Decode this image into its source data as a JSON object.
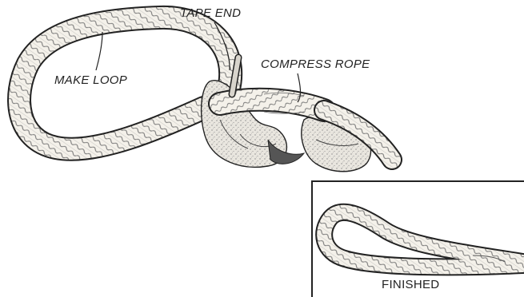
{
  "labels": {
    "tape_end": "TAPE END",
    "compress_rope": "COMPRESS ROPE",
    "make_loop": "MAKE LOOP",
    "finished": "FINISHED"
  },
  "colors": {
    "ink": "#222222",
    "rope_fill": "#f4f1ea",
    "hand_fill": "#e9e6df",
    "background": "#ffffff"
  }
}
